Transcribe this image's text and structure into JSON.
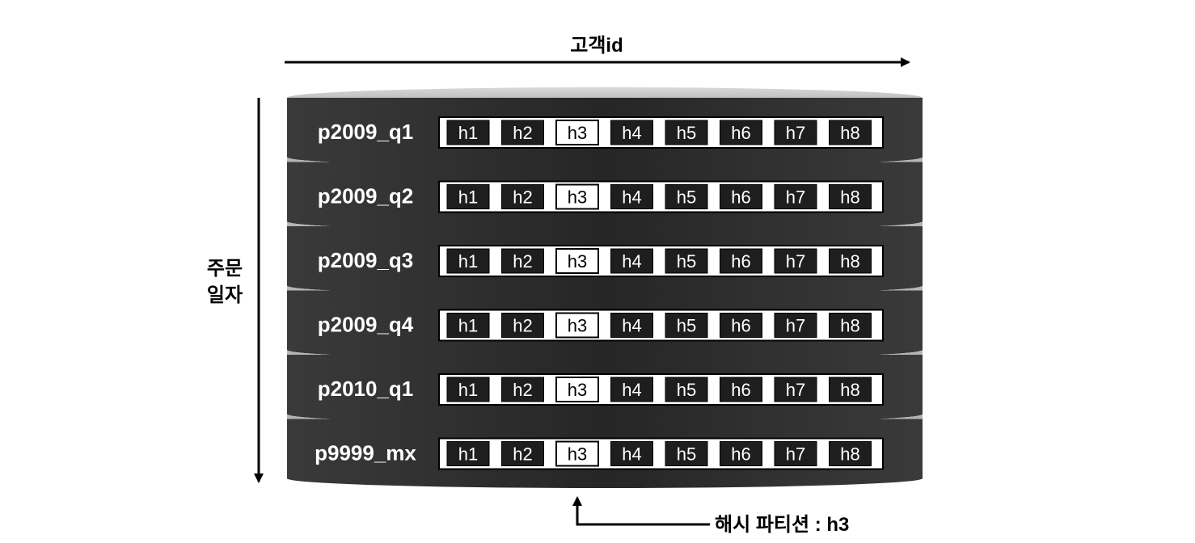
{
  "diagram": {
    "x_axis_label": "고객id",
    "y_axis_label_line1": "주문",
    "y_axis_label_line2": "일자",
    "callout": "해시 파티션 : h3",
    "highlighted_subpartition": "h3",
    "range_partitions": [
      "p2009_q1",
      "p2009_q2",
      "p2009_q3",
      "p2009_q4",
      "p2010_q1",
      "p9999_mx"
    ],
    "hash_subpartitions": [
      "h1",
      "h2",
      "h3",
      "h4",
      "h5",
      "h6",
      "h7",
      "h8"
    ],
    "colors": {
      "band": "#2a2a2a",
      "cell_dark": "#1e1e1e",
      "cell_highlight": "#ffffff",
      "separator": "#b5b5b5",
      "arrow": "#000000"
    }
  }
}
